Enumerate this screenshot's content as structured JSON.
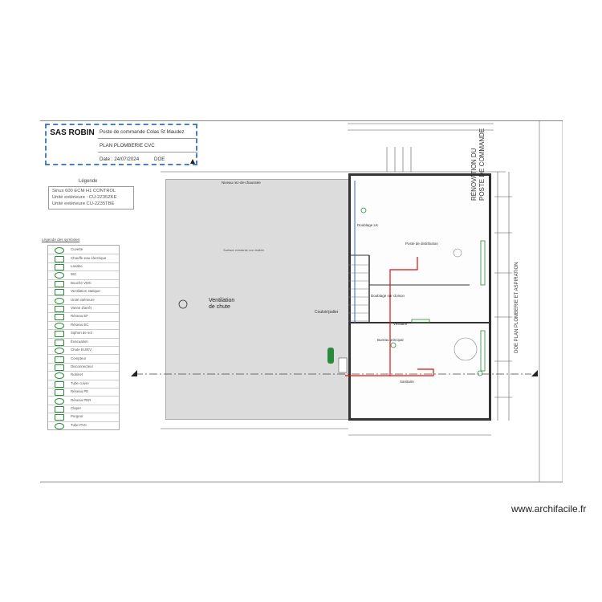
{
  "title_block": {
    "company": "SAS ROBIN",
    "line1": "Poste de commande Colas St Maudez",
    "line2": "PLAN PLOMBERIE CVC",
    "date": "Date : 24/07/2024",
    "doe": "DOE"
  },
  "legend": {
    "title": "Légende",
    "items": [
      "Sinus 600 ECM H1 CONTROL",
      "Unité extérieure : CU-2Z35ZKE",
      "Unité extérieure CU-2Z35TBE"
    ]
  },
  "symbols": {
    "header": "Légende des symboles",
    "rows": [
      "Cuvette",
      "Chauffe-eau électrique",
      "Lavabo",
      "WC",
      "Bouche VMC",
      "Ventilation statique",
      "Unité intérieure",
      "Vanne d'arrêt",
      "Réseau EF",
      "Réseau EC",
      "Siphon de sol",
      "Évacuation",
      "Chute EU/EV",
      "Compteur",
      "Disconnecteur",
      "Robinet",
      "Tube cuivre",
      "Réseau PE",
      "Réseau PER",
      "Clapet",
      "Purgeur",
      "Tube PVC"
    ]
  },
  "plan": {
    "ventilation_label": "Ventilation\nde chute",
    "niveau_label": "Niveau rez-de-chaussée",
    "surface_label": "Surface existante\nnon traitée",
    "couloir_label": "Couloir/palier",
    "rotated_title": "RÉNOVATION DU\nPOSTE DE COMMANDE",
    "rotated_sub": "DOE PLAN PLOMBERIE ET ASPIRATION",
    "labels": [
      "Doublage LK",
      "Poste de distribution",
      "Doublage sur cloison",
      "Bureau principal",
      "Vestiaire",
      "Sanitaire"
    ]
  },
  "colors": {
    "title_border": "#4a7fc0",
    "hatched_room": "#dcdcdc",
    "red_pipe": "#e01010",
    "green_symbols": "#2a8a3a",
    "blue_pipe": "#3366cc"
  },
  "watermark": "www.archifacile.fr"
}
